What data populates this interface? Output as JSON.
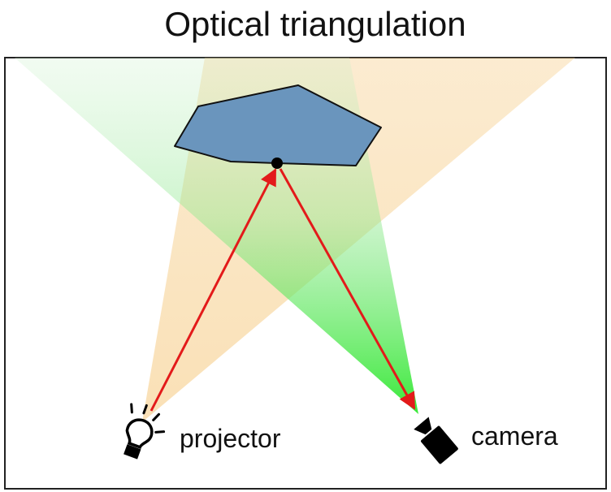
{
  "title": "Optical triangulation",
  "labels": {
    "projector": "projector",
    "camera": "camera"
  },
  "colors": {
    "frame": "#222222",
    "object_fill": "#6a95bd",
    "object_stroke": "#111111",
    "ray": "#e31a1a",
    "projector_beam": "#f5c77a",
    "camera_beam": "#35e835",
    "surface_point": "#000000"
  },
  "icons": {
    "projector": "light-bulb-icon",
    "camera": "video-camera-icon"
  }
}
